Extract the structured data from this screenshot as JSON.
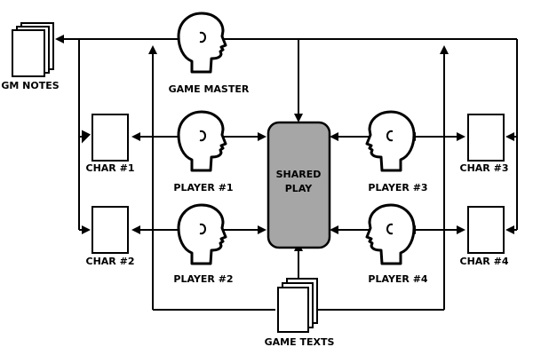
{
  "diagram": {
    "colors": {
      "shared_fill": "#a6a6a6",
      "ink": "#000000",
      "background": "#ffffff"
    },
    "gm_notes": {
      "label": "GM NOTES",
      "icon": "stacked-papers-icon"
    },
    "game_master": {
      "label": "GAME MASTER",
      "icon": "head-silhouette-icon"
    },
    "players": [
      {
        "label": "PLAYER #1",
        "icon": "head-silhouette-icon"
      },
      {
        "label": "PLAYER #2",
        "icon": "head-silhouette-icon"
      },
      {
        "label": "PLAYER #3",
        "icon": "head-silhouette-icon"
      },
      {
        "label": "PLAYER #4",
        "icon": "head-silhouette-icon"
      }
    ],
    "characters": [
      {
        "label": "CHAR #1",
        "icon": "character-sheet-icon"
      },
      {
        "label": "CHAR #2",
        "icon": "character-sheet-icon"
      },
      {
        "label": "CHAR #3",
        "icon": "character-sheet-icon"
      },
      {
        "label": "CHAR #4",
        "icon": "character-sheet-icon"
      }
    ],
    "shared_play": {
      "line1": "SHARED",
      "line2": "PLAY"
    },
    "game_texts": {
      "label": "GAME TEXTS",
      "icon": "stacked-papers-icon"
    }
  }
}
